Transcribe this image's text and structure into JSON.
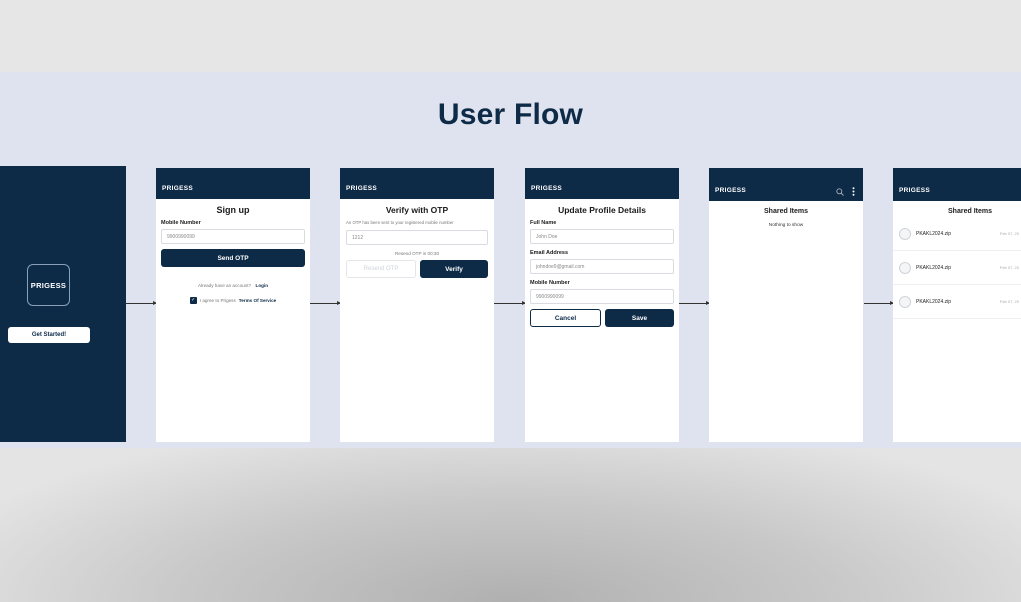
{
  "title": "User Flow",
  "brand": "PRIGESS",
  "splash": {
    "logo_text": "PRIGESS",
    "cta": "Get Started!"
  },
  "signup": {
    "heading": "Sign up",
    "mobile_label": "Mobile Number",
    "mobile_value": "9900990099",
    "send_otp": "Send OTP",
    "login_prompt": "Already have an account?",
    "login_link": "Login",
    "agree_text": "I agree to Prigess",
    "terms_link": "Terms Of Service"
  },
  "otp": {
    "heading": "Verify with OTP",
    "message": "An OTP has been sent to your registered mobile number",
    "otp_value": "1212",
    "resend_timer": "Resend OTP in 00:30",
    "resend_button": "Resend OTP",
    "verify_button": "Verify"
  },
  "profile": {
    "heading": "Update Profile Details",
    "name_label": "Full Name",
    "name_value": "John Doe",
    "email_label": "Email Address",
    "email_value": "johndoe9@gmail.com",
    "mobile_label": "Mobile Number",
    "mobile_value": "9900990099",
    "cancel": "Cancel",
    "save": "Save"
  },
  "shared_empty": {
    "heading": "Shared Items",
    "empty_text": "Nothing to show"
  },
  "shared_list": {
    "heading": "Shared Items",
    "files": [
      {
        "name": "PKAKL2024.zip",
        "date": "Feb 07, 20"
      },
      {
        "name": "PKAKL2024.zip",
        "date": "Feb 07, 20"
      },
      {
        "name": "PKAKL2024.zip",
        "date": "Feb 07, 20"
      }
    ]
  },
  "colors": {
    "navy": "#0d2a47",
    "band": "#dfe3ef"
  }
}
